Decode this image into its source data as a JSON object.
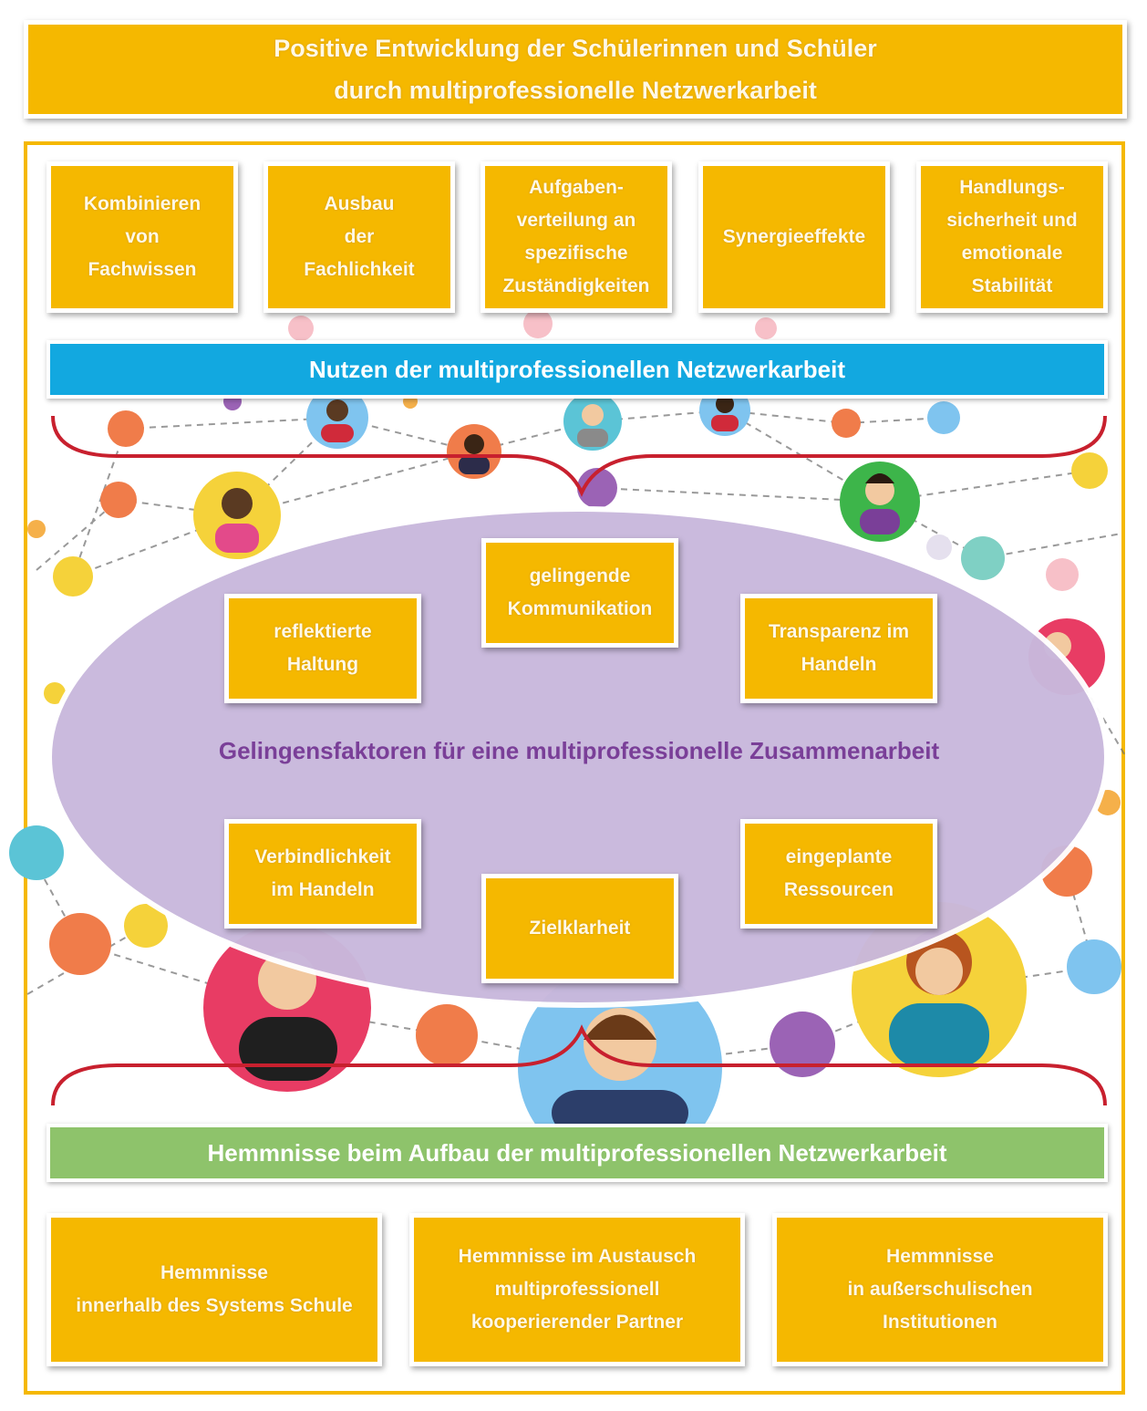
{
  "header": {
    "text": "Positive Entwicklung der Schülerinnen und Schüler\ndurch multiprofessionelle Netzwerkarbeit"
  },
  "benefits": [
    "Kombinieren\nvon\nFachwissen",
    "Ausbau\nder\nFachlichkeit",
    "Aufgaben-\nverteilung an\nspezifische\nZuständigkeiten",
    "Synergieeffekte",
    "Handlungs-\nsicherheit und\nemotionale\nStabilität"
  ],
  "nutzen_label": "Nutzen der multiprofessionellen Netzwerkarbeit",
  "success_factors": {
    "center_label": "Gelingensfaktoren für eine multiprofessionelle Zusammenarbeit",
    "items": [
      "gelingende\nKommunikation",
      "reflektierte\nHaltung",
      "Transparenz im\nHandeln",
      "Verbindlichkeit\nim Handeln",
      "Zielklarheit",
      "eingeplante\nRessourcen"
    ]
  },
  "hemmnisse_label": "Hemmnisse beim Aufbau der multiprofessionellen Netzwerkarbeit",
  "obstacles": [
    "Hemmnisse\ninnerhalb des Systems Schule",
    "Hemmnisse im Austausch\nmultiprofessionell\nkooperierender Partner",
    "Hemmnisse\nin außerschulischen\nInstitutionen"
  ],
  "colors": {
    "box_yellow": "#f5b800",
    "nutzen_blue": "#12a8e0",
    "hemmnisse_green": "#8ec36b",
    "ellipse_lilac": "#c9b8dc",
    "ellipse_text": "#7a3f98",
    "brace_red": "#c8202e"
  }
}
